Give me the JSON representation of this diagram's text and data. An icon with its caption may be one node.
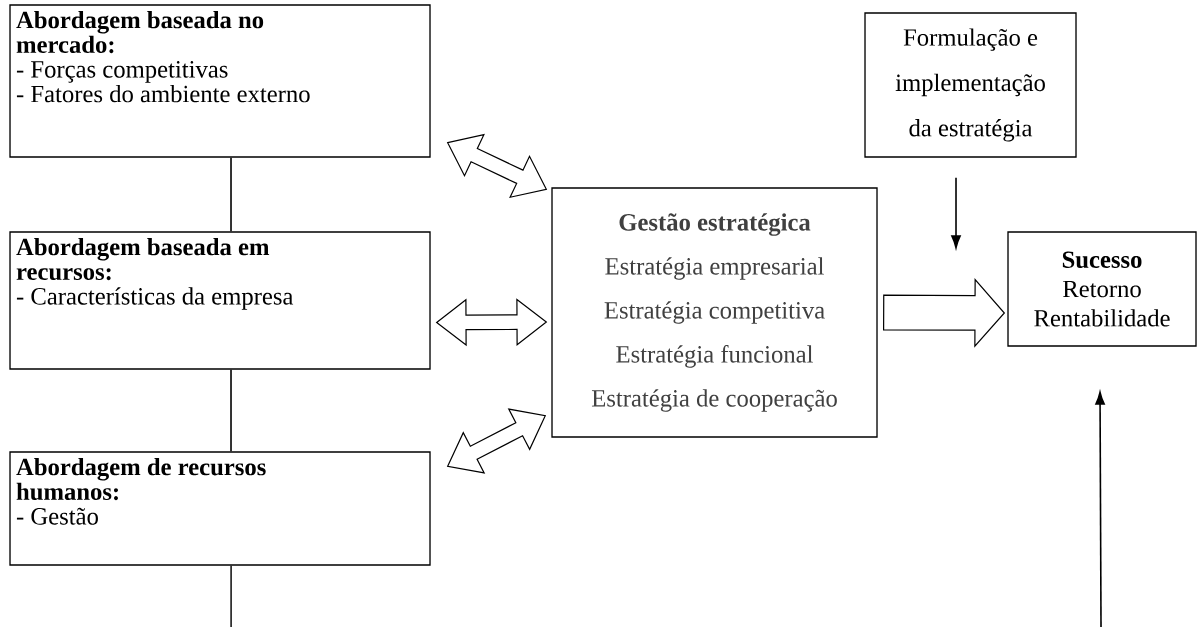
{
  "diagram": {
    "nodes": [
      {
        "text": [
          "Abordagem baseada no mercado:",
          "- Forças competitivas",
          "- Fatores do ambiente externo"
        ]
      },
      {
        "text": [
          "Abordagem baseada em recursos:",
          "- Características da empresa"
        ]
      },
      {
        "text": [
          "Abordagem de recursos humanos:",
          "- Gestão"
        ]
      },
      {
        "text": [
          "Gestão estratégica",
          "Estratégia empresarial",
          "Estratégia competitiva",
          "Estratégia funcional",
          "Estratégia de cooperação"
        ]
      },
      {
        "text": [
          "Formulação e implementação da estratégia"
        ]
      },
      {
        "text": [
          "Sucesso",
          "Retorno",
          "Rentabilidade"
        ]
      }
    ],
    "edges": [
      {
        "from": 0,
        "to": 1,
        "arrow": "none"
      },
      {
        "from": 1,
        "to": 2,
        "arrow": "none"
      },
      {
        "from": 2,
        "to": null,
        "arrow": "none"
      },
      {
        "from": 0,
        "to": 3,
        "arrow": "both",
        "style": "thick"
      },
      {
        "from": 1,
        "to": 3,
        "arrow": "both",
        "style": "thick"
      },
      {
        "from": 2,
        "to": 3,
        "arrow": "both",
        "style": "thick"
      },
      {
        "from": 3,
        "to": 5,
        "arrow": "to",
        "style": "thick"
      },
      {
        "from": 4,
        "to": 5,
        "arrow": "to"
      },
      {
        "from": null,
        "to": 5,
        "arrow": "to"
      }
    ]
  }
}
